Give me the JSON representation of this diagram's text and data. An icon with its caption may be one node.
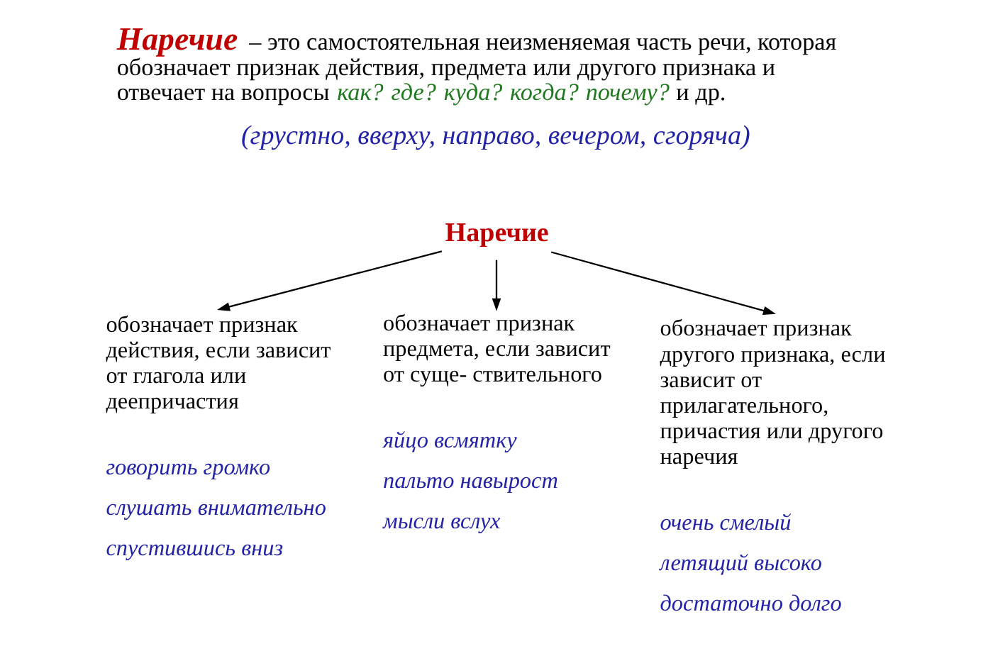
{
  "diagram": {
    "title": "**Наречие** – это самостоятельная неизменяемая часть речи, которая обозначает признак действия, предмета или другого признака и отвечает на вопросы *как? где? куда? когда? почему?* и др.",
    "nodes": [
      {
        "text": [
          "Наречие"
        ]
      },
      {
        "text": [
          "обозначает признак действия, если зависит от глагола или деепричастия"
        ],
        "beside": [
          "говорить громко",
          "слушать внимательно",
          "спустившись вниз"
        ]
      },
      {
        "text": [
          "обозначает признак предмета, если зависит от суще- ствительного"
        ],
        "beside": [
          "яйцо всмятку",
          "пальто навырост",
          "мысли вслух"
        ]
      },
      {
        "text": [
          "обозначает признак другого признака, если зависит от прилагательного, причастия или другого наречия"
        ],
        "beside": [
          "очень смелый",
          "летящий высоко",
          "достаточно долго"
        ]
      }
    ],
    "edges": [
      {
        "from": 0,
        "to": 1,
        "arrow": "to"
      },
      {
        "from": 0,
        "to": 2,
        "arrow": "to"
      },
      {
        "from": 0,
        "to": 3,
        "arrow": "to"
      }
    ],
    "labels": [
      "(грустно, вверху, направо, вечером, сгоряча)"
    ]
  }
}
